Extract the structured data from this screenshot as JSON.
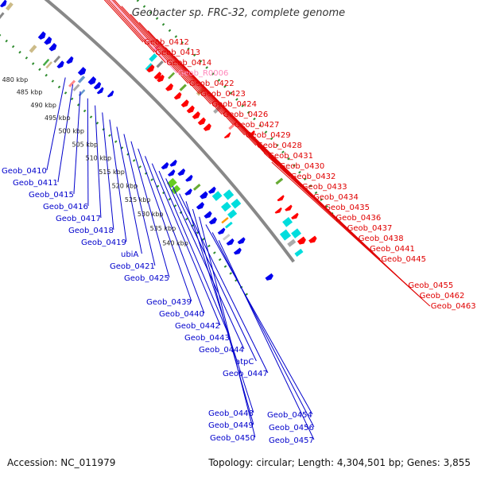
{
  "title": "Geobacter sp. FRC-32, complete genome",
  "accession": "Accession: NC_011979",
  "summary": "Topology: circular; Length: 4,304,501 bp; Genes: 3,855",
  "colors": {
    "backbone": "#888888",
    "dots": "#2e8b2e",
    "forward_label": "#e00000",
    "reverse_label": "#0000cc",
    "rna_label": "#ff88bb"
  },
  "ticks": [
    "480 kbp",
    "485 kbp",
    "490 kbp",
    "495 kbp",
    "500 kbp",
    "505 kbp",
    "510 kbp",
    "515 kbp",
    "520 kbp",
    "525 kbp",
    "530 kbp",
    "535 kbp",
    "540 kbp"
  ],
  "forward_labels": [
    "Geob_0412",
    "Geob_0413",
    "Geob_0414",
    "Geob_R0006",
    "Geob_0422",
    "Geob_0423",
    "Geob_0424",
    "Geob_0426",
    "Geob_0427",
    "Geob_0429",
    "Geob_0428",
    "Geob_0431",
    "Geob_0430",
    "Geob_0432",
    "Geob_0433",
    "Geob_0434",
    "Geob_0435",
    "Geob_0436",
    "Geob_0437",
    "Geob_0438",
    "Geob_0441",
    "Geob_0445",
    "Geob_0455",
    "Geob_0462",
    "Geob_0463"
  ],
  "reverse_labels": [
    "Geob_0410",
    "Geob_0411",
    "Geob_0415",
    "Geob_0416",
    "Geob_0417",
    "Geob_0418",
    "Geob_0419",
    "ubiA",
    "Geob_0421",
    "Geob_0425",
    "Geob_0439",
    "Geob_0440",
    "Geob_0442",
    "Geob_0443",
    "Geob_0444",
    "atpC",
    "Geob_0447",
    "Geob_0448",
    "Geob_0449",
    "Geob_0450",
    "Geob_0454",
    "Geob_0456",
    "Geob_0457"
  ]
}
